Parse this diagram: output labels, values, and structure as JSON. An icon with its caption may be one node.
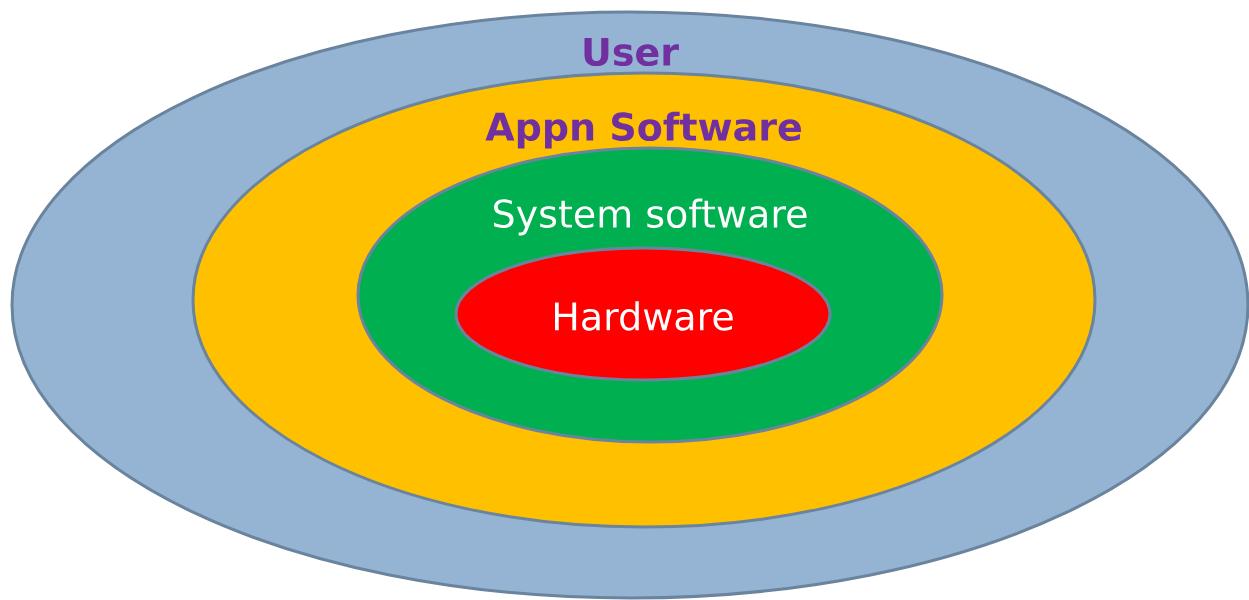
{
  "diagram": {
    "nodes": [
      {
        "text": [
          "User"
        ]
      },
      {
        "text": [
          "Appn Software"
        ],
        "in": 0
      },
      {
        "text": [
          "System software"
        ],
        "in": 1
      },
      {
        "text": [
          "Hardware"
        ],
        "in": 2
      }
    ]
  }
}
